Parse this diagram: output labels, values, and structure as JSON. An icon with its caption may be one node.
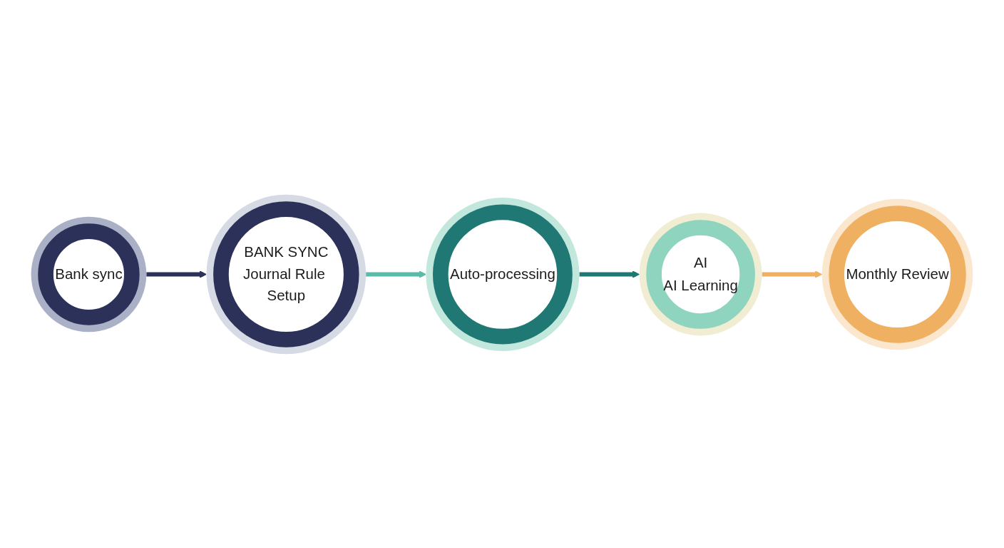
{
  "diagram": {
    "nodes": [
      {
        "text": [
          "Bank sync"
        ]
      },
      {
        "text": [
          "BANK SYNC",
          "Journal Rule Setup"
        ]
      },
      {
        "text": [
          "Auto-processing"
        ]
      },
      {
        "text": [
          "AI",
          "AI Learning"
        ]
      },
      {
        "text": [
          "Monthly Review"
        ]
      }
    ],
    "edges": [
      {
        "from": 0,
        "to": 1,
        "arrow": "to",
        "color": "#2b3158"
      },
      {
        "from": 1,
        "to": 2,
        "arrow": "to",
        "color": "#5bbaa9"
      },
      {
        "from": 2,
        "to": 3,
        "arrow": "to",
        "color": "#1f7873"
      },
      {
        "from": 3,
        "to": 4,
        "arrow": "to",
        "color": "#f0b062"
      }
    ]
  }
}
